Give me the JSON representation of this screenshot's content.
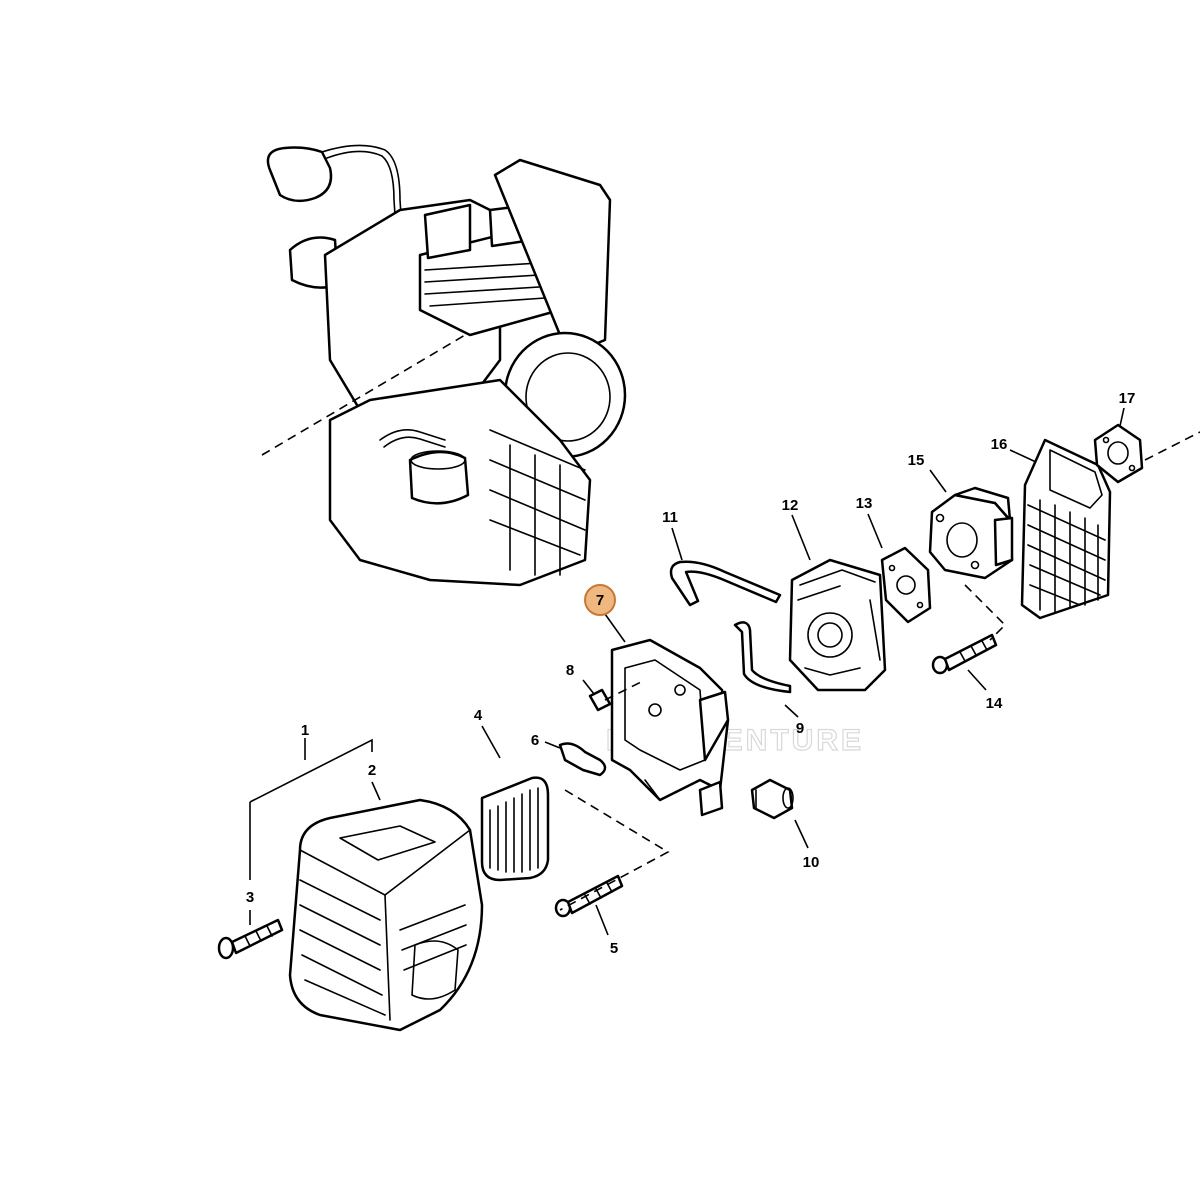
{
  "colors": {
    "highlight_fill": "#f0b77e",
    "highlight_stroke": "#c47a36",
    "line": "#000000",
    "background": "#ffffff",
    "watermark": "#d8d8d8"
  },
  "watermark": "LEADVENTURE",
  "callouts": {
    "c1": "1",
    "c2": "2",
    "c3": "3",
    "c4": "4",
    "c5": "5",
    "c6": "6",
    "c7": "7",
    "c8": "8",
    "c9": "9",
    "c10": "10",
    "c11": "11",
    "c12": "12",
    "c13": "13",
    "c14": "14",
    "c15": "15",
    "c16": "16",
    "c17": "17"
  },
  "highlighted_callout": "7"
}
